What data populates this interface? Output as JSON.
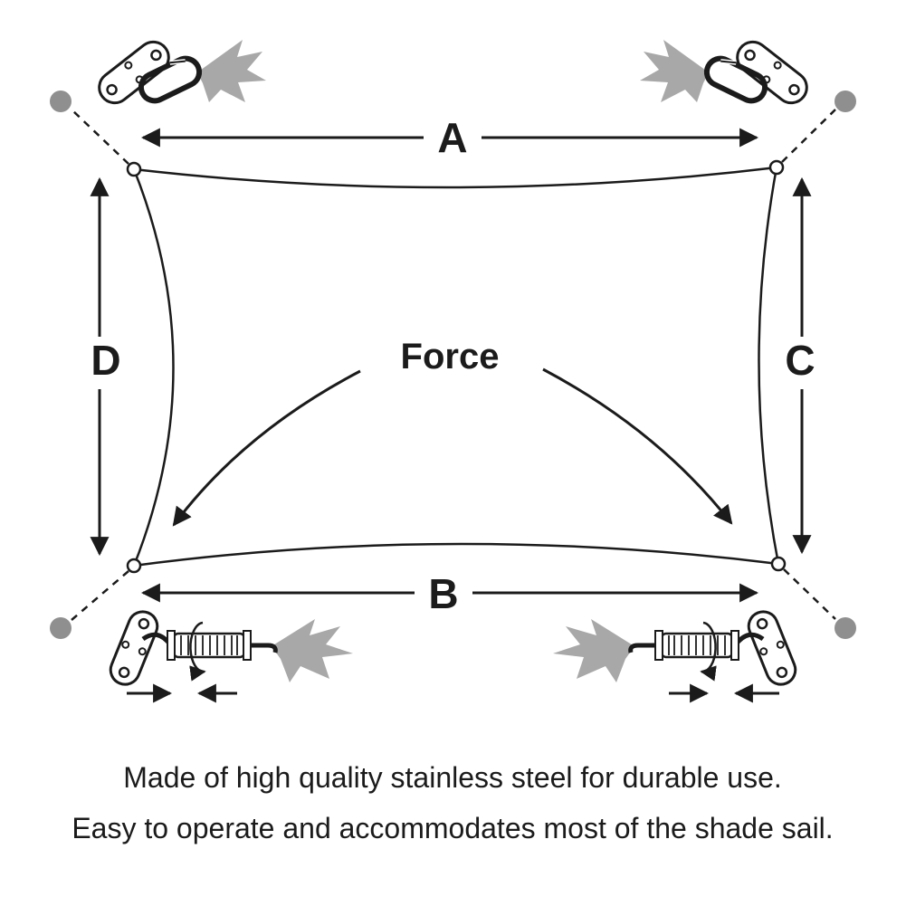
{
  "diagram": {
    "force_label": "Force",
    "dimensions": {
      "top": "A",
      "bottom": "B",
      "right": "C",
      "left": "D"
    },
    "colors": {
      "line": "#1b1b1b",
      "gray_accent": "#8f8f8f",
      "fabric_gray": "#a8a8a8",
      "background": "#ffffff"
    },
    "icons": [
      "carabiner-icon-top-left",
      "carabiner-icon-top-right",
      "turnbuckle-icon-bottom-left",
      "turnbuckle-icon-bottom-right",
      "anchor-dot-icon",
      "fabric-corner-icon"
    ]
  },
  "captions": {
    "line1": "Made of high quality stainless steel for durable use.",
    "line2": "Easy to operate and accommodates most of the shade sail."
  }
}
